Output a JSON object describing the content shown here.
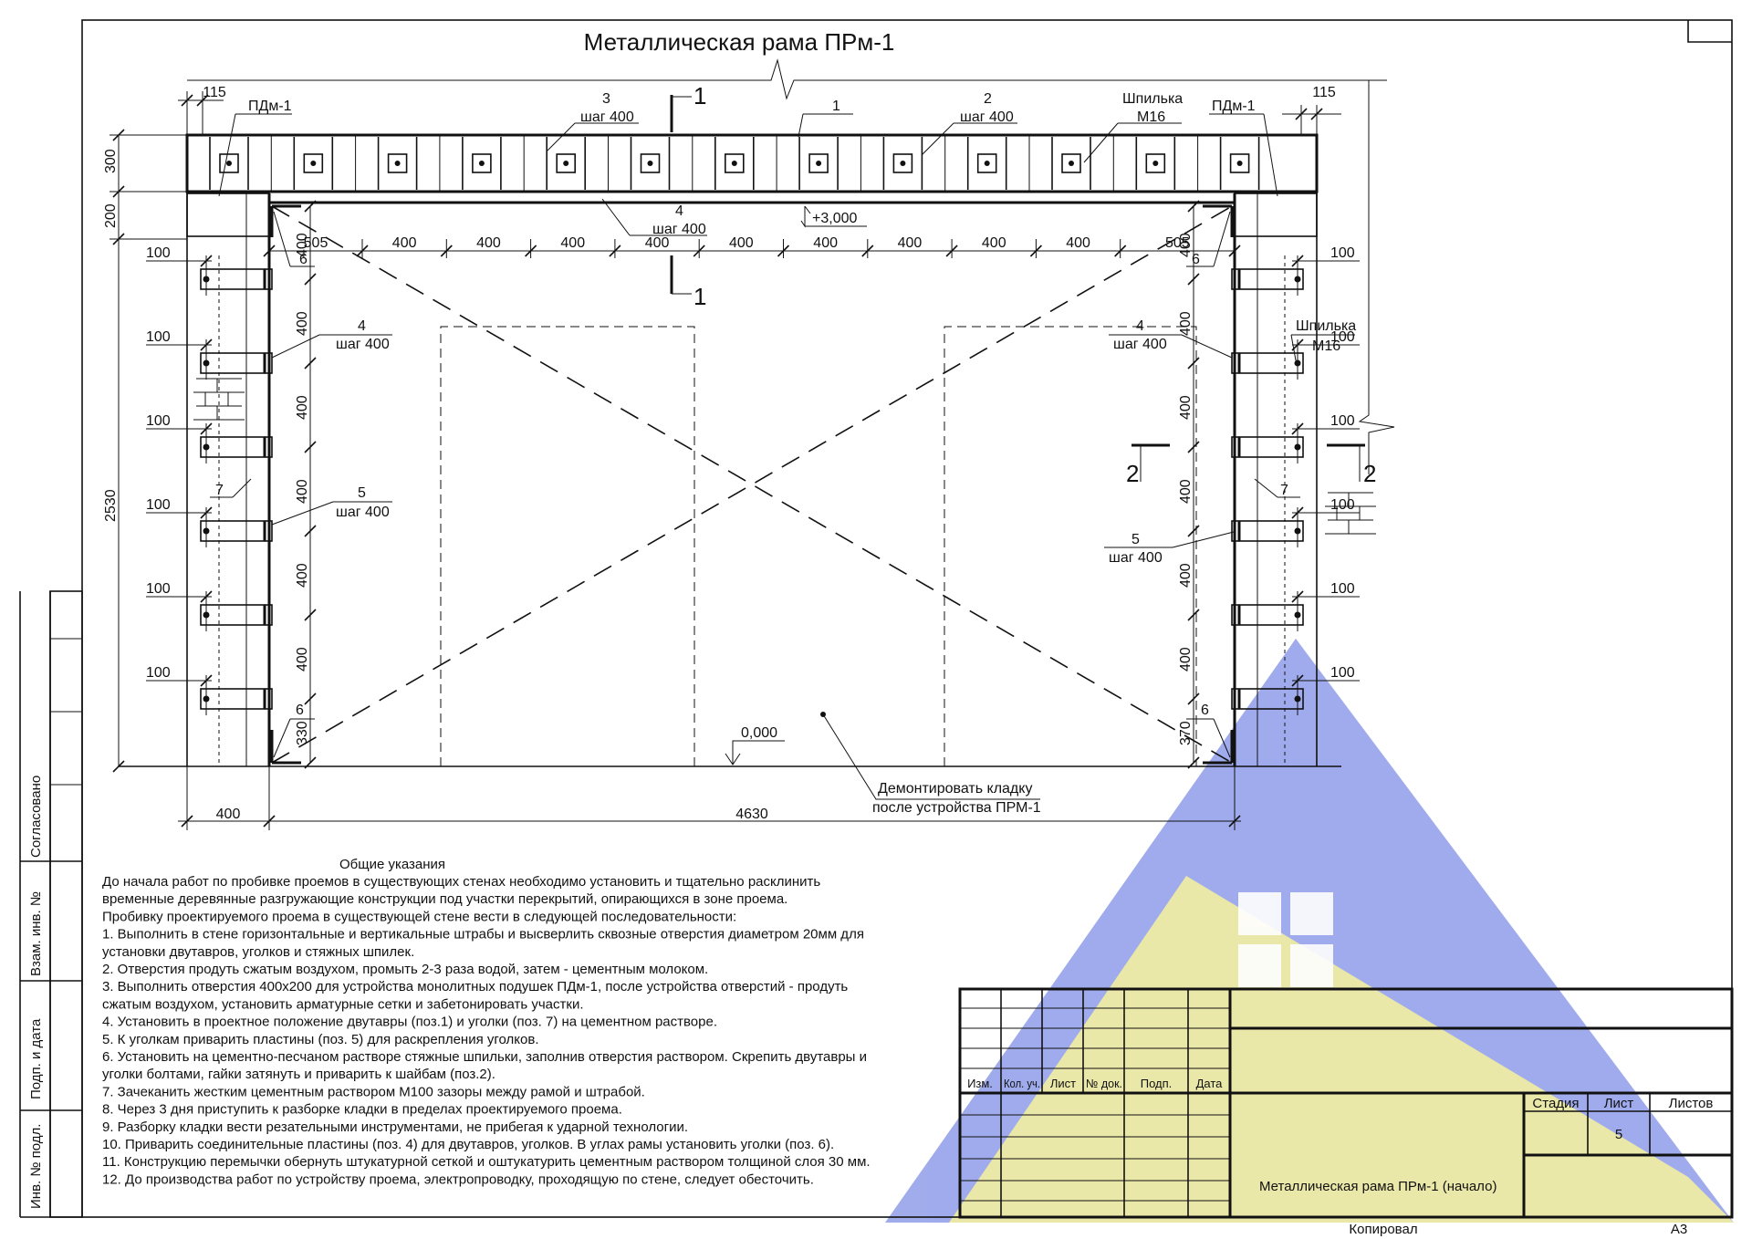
{
  "title": "Металлическая рама ПРм-1",
  "dims": {
    "d115": "115",
    "d300": "300",
    "d200": "200",
    "d2530": "2530",
    "d100": "100",
    "d400": "400",
    "d505": "505",
    "d330": "330",
    "d370": "370",
    "d4630": "4630"
  },
  "labels": {
    "pdm": "ПДм-1",
    "pos1": "1",
    "pos2": "2",
    "pos3": "3",
    "pos4": "4",
    "pos5": "5",
    "pos6": "6",
    "pos7": "7",
    "step400": "шаг 400",
    "stud": "Шпилька",
    "m16": "М16",
    "lvl_top": "+3,000",
    "lvl_zero": "0,000",
    "sec1": "1",
    "sec2": "2",
    "demolish_1": "Демонтировать кладку",
    "demolish_2": "после устройства ПРМ-1"
  },
  "notes": {
    "heading": "Общие указания",
    "lines": [
      "До начала работ по пробивке проемов в существующих стенах необходимо установить и тщательно расклинить",
      "временные деревянные разгружающие конструкции под участки перекрытий, опирающихся в зоне проема.",
      "Пробивку проектируемого проема в существующей стене вести в следующей последовательности:",
      "1. Выполнить в стене горизонтальные и вертикальные штрабы и высверлить сквозные отверстия диаметром 20мм для",
      "   установки двутавров, уголков и стяжных шпилек.",
      "2. Отверстия продуть сжатым воздухом, промыть 2-3 раза водой, затем - цементным молоком.",
      "3. Выполнить отверстия 400х200 для устройства монолитных подушек ПДм-1, после устройства отверстий - продуть",
      "сжатым воздухом, установить арматурные сетки и забетонировать участки.",
      " 4. Установить в проектное положение двутавры (поз.1) и уголки (поз. 7) на цементном растворе.",
      "5. К уголкам приварить пластины (поз. 5) для раскрепления уголков.",
      "6. Установить на цементно-песчаном растворе стяжные шпильки, заполнив отверстия раствором. Скрепить двутавры и",
      "  уголки болтами, гайки затянуть и приварить к шайбам (поз.2).",
      "7. Зачеканить жестким цементным раствором М100 зазоры между рамой и штрабой.",
      "8. Через 3 дня приступить к разборке кладки в пределах проектируемого проема.",
      "9. Разборку кладки вести резательными инструментами, не прибегая к ударной технологии.",
      "10. Приварить соединительные пластины (поз. 4) для двутавров, уголков. В углах рамы установить уголки (поз. 6).",
      "11. Конструкцию перемычки обернуть штукатурной сеткой и оштукатурить цементным раствором толщиной слоя 30 мм.",
      "12. До производства работ по устройству проема, электропроводку, проходящую по стене, следует обесточить."
    ]
  },
  "side_stamp": {
    "agreed": "Согласовано",
    "replace_inv": "Взам. инв. №",
    "sign_date": "Подп. и дата",
    "inv_orig": "Инв. № подл."
  },
  "title_block": {
    "col_izm": "Изм.",
    "col_kol": "Кол. уч.",
    "col_list": "Лист",
    "col_ndok": "№ док.",
    "col_podp": "Подп.",
    "col_data": "Дата",
    "stage": "Стадия",
    "sheet": "Лист",
    "sheets": "Листов",
    "sheet_no": "5",
    "sheet_name": "Металлическая рама ПРм-1 (начало)",
    "copied": "Копировал",
    "format": "А3"
  },
  "watermark": {
    "blue": "#7f8ce3",
    "yellow": "#f1f088"
  }
}
